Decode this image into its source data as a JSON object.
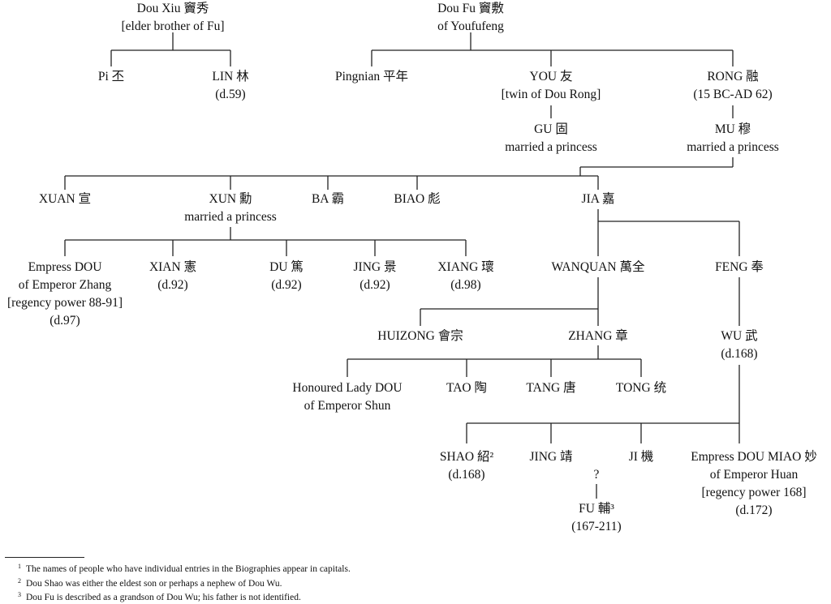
{
  "nodes": {
    "dou_xiu": [
      "Dou Xiu 竇秀",
      "[elder brother of Fu]"
    ],
    "dou_fu": [
      "Dou Fu 竇敷",
      "of Youfufeng"
    ],
    "pi": [
      "Pi 丕"
    ],
    "lin": [
      "LIN 林",
      "(d.59)"
    ],
    "pingnian": [
      "Pingnian 平年"
    ],
    "you": [
      "YOU 友",
      "[twin of Dou Rong]"
    ],
    "rong": [
      "RONG 融",
      "(15 BC-AD 62)"
    ],
    "gu": [
      "GU 固",
      "married a princess"
    ],
    "mu": [
      "MU 穆",
      "married a princess"
    ],
    "xuan": [
      "XUAN 宣"
    ],
    "xun": [
      "XUN 勳",
      "married a princess"
    ],
    "ba": [
      "BA 霸"
    ],
    "biao": [
      "BIAO 彪"
    ],
    "jia": [
      "JIA 嘉"
    ],
    "empress_dou": [
      "Empress DOU",
      "of Emperor Zhang",
      "[regency power 88-91]",
      "(d.97)"
    ],
    "xian": [
      "XIAN 憲",
      "(d.92)"
    ],
    "du": [
      "DU 篤",
      "(d.92)"
    ],
    "jing1": [
      "JING 景",
      "(d.92)"
    ],
    "xiang": [
      "XIANG 瓌",
      "(d.98)"
    ],
    "wanquan": [
      "WANQUAN 萬全"
    ],
    "feng": [
      "FENG 奉"
    ],
    "huizong": [
      "HUIZONG 會宗"
    ],
    "zhang": [
      "ZHANG 章"
    ],
    "wu": [
      "WU 武",
      "(d.168)"
    ],
    "honoured": [
      "Honoured Lady DOU",
      "of Emperor Shun"
    ],
    "tao": [
      "TAO 陶"
    ],
    "tang": [
      "TANG 唐"
    ],
    "tong": [
      "TONG 统"
    ],
    "shao": [
      "SHAO 紹²",
      "(d.168)"
    ],
    "jing2": [
      "JING 靖"
    ],
    "ji": [
      "JI 機"
    ],
    "empress_miao": [
      "Empress DOU MIAO 妙",
      "of Emperor Huan",
      "[regency power 168]",
      "(d.172)"
    ],
    "question": [
      "?"
    ],
    "fu": [
      "FU 輔³",
      "(167-211)"
    ]
  },
  "footnotes": [
    {
      "mark": "1",
      "text": "The names of people who have individual entries in the Biographies appear in capitals."
    },
    {
      "mark": "2",
      "text": "Dou Shao was either the eldest son or perhaps a nephew of Dou Wu."
    },
    {
      "mark": "3",
      "text": "Dou Fu is described as a grandson of Dou Wu; his father is not identified."
    }
  ]
}
